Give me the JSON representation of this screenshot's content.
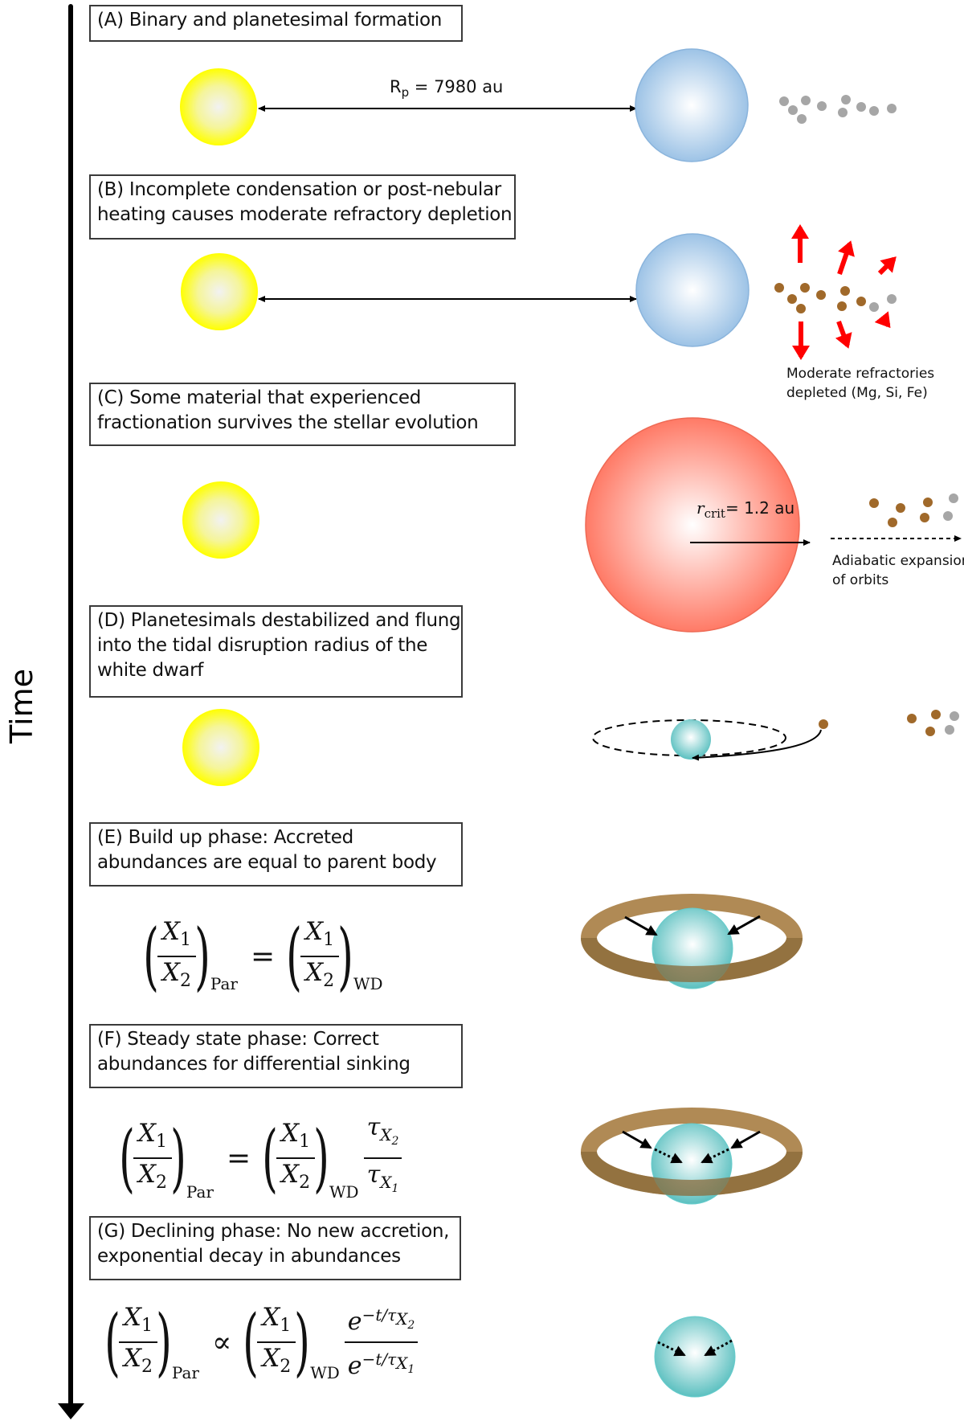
{
  "axis": {
    "label": "Time"
  },
  "stages": [
    {
      "id": "A",
      "lines": [
        "(A) Binary and planetesimal formation"
      ]
    },
    {
      "id": "B",
      "lines": [
        "(B) Incomplete condensation or post-nebular",
        "heating causes moderate refractory depletion"
      ]
    },
    {
      "id": "C",
      "lines": [
        "(C) Some material that experienced",
        "fractionation survives the stellar evolution"
      ]
    },
    {
      "id": "D",
      "lines": [
        "(D) Planetesimals destabilized and flung",
        "into the tidal disruption radius of the",
        "white dwarf"
      ]
    },
    {
      "id": "E",
      "lines": [
        "(E) Build up phase: Accreted",
        "abundances are equal to parent body"
      ]
    },
    {
      "id": "F",
      "lines": [
        "(F) Steady state phase: Correct",
        "abundances for differential sinking"
      ]
    },
    {
      "id": "G",
      "lines": [
        "(G) Declining phase: No new accretion,",
        "exponential decay in abundances"
      ]
    }
  ],
  "annotations": {
    "separation": {
      "symbol": "R",
      "subscript": "p",
      "text": " = 7980 au"
    },
    "depletion": [
      "Moderate refractories",
      "depleted (Mg, Si, Fe)"
    ],
    "rcrit": {
      "symbol": "r",
      "subscript": "crit",
      "text": "= 1.2 au"
    },
    "expansion": [
      "Adiabatic expansion",
      "of orbits"
    ]
  },
  "equations": {
    "numerator": "X",
    "numerator_sub": "1",
    "denominator": "X",
    "denominator_sub": "2",
    "left_subscript": "Par",
    "right_subscript": "WD",
    "equals": "=",
    "proportional": "∝",
    "tau": "τ",
    "exp_base": "e",
    "exp_prefix": "−t/τ"
  },
  "colors": {
    "sun": "#ffff00",
    "companion_star": "#9dc3e6",
    "red_giant": "#ff7a66",
    "white_dwarf": "#5bc0c0",
    "disk": "#b08040",
    "refractory_dot": "#a0692a",
    "volatile_dot": "#a6a6a6",
    "depletion_arrow": "#ff0000"
  }
}
